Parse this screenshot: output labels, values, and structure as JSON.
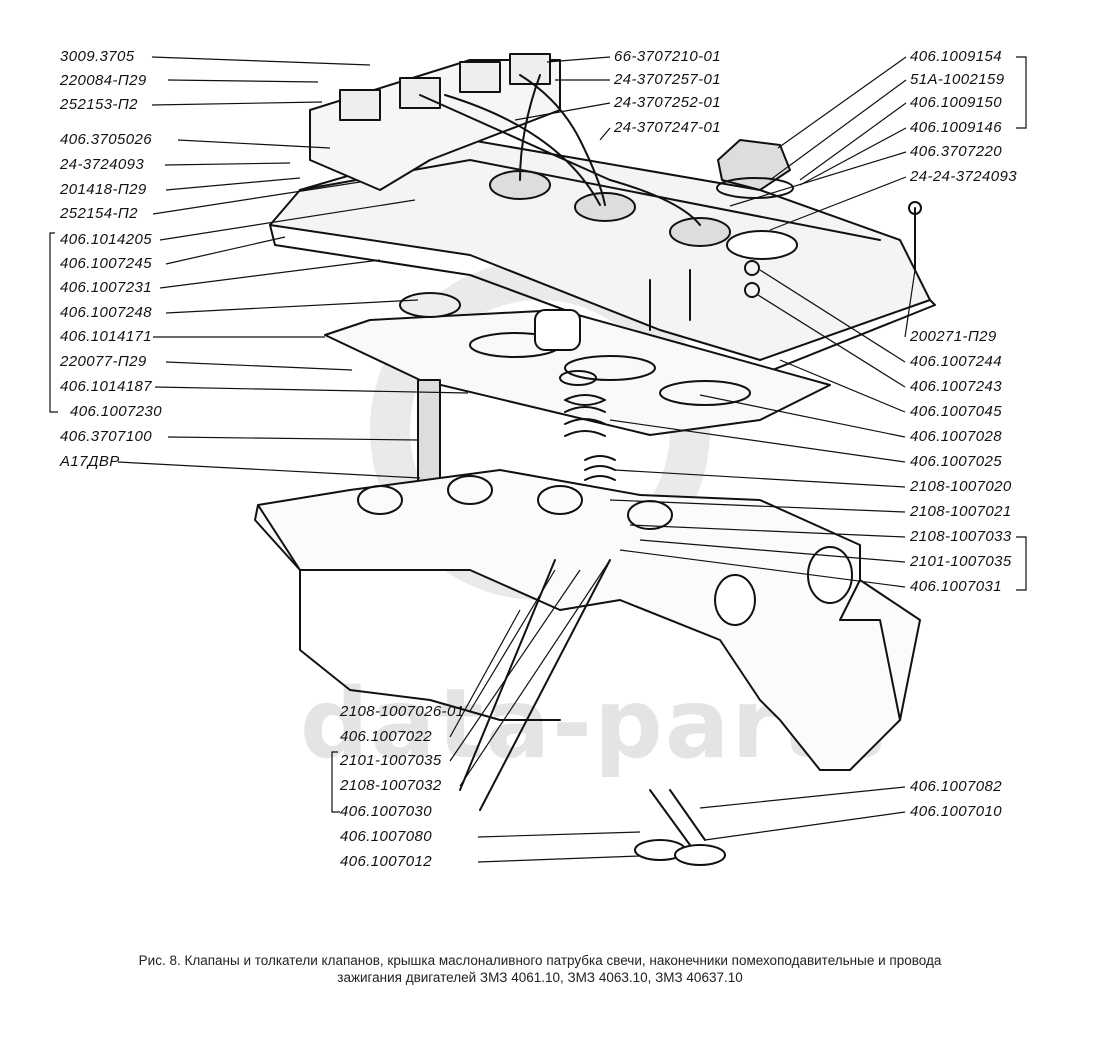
{
  "watermark": "data-parts",
  "labels_left": [
    "3009.3705",
    "220084-П29",
    "252153-П2",
    "406.3705026",
    "24-3724093",
    "201418-П29",
    "252154-П2",
    "406.1014205",
    "406.1007245",
    "406.1007231",
    "406.1007248",
    "406.1014171",
    "220077-П29",
    "406.1014187",
    "406.1007230",
    "406.3707100",
    "А17ДВР"
  ],
  "labels_top_center": [
    "66-3707210-01",
    "24-3707257-01",
    "24-3707252-01",
    "24-3707247-01"
  ],
  "labels_right": [
    "406.1009154",
    "51А-1002159",
    "406.1009150",
    "406.1009146",
    "406.3707220",
    "24-24-3724093",
    "200271-П29",
    "406.1007244",
    "406.1007243",
    "406.1007045",
    "406.1007028",
    "406.1007025",
    "2108-1007020",
    "2108-1007021",
    "2108-1007033",
    "2101-1007035",
    "406.1007031",
    "406.1007082",
    "406.1007010"
  ],
  "labels_bottom": [
    "2108-1007026-01",
    "406.1007022",
    "2101-1007035",
    "2108-1007032",
    "406.1007030",
    "406.1007080",
    "406.1007012"
  ],
  "caption": {
    "line1": "Рис. 8. Клапаны и толкатели клапанов, крышка маслоналивного патрубка свечи, наконечники помехоподавительные и провода",
    "line2": "зажигания  двигателей ЗМЗ 4061.10, ЗМЗ 4063.10, ЗМЗ 40637.10"
  }
}
